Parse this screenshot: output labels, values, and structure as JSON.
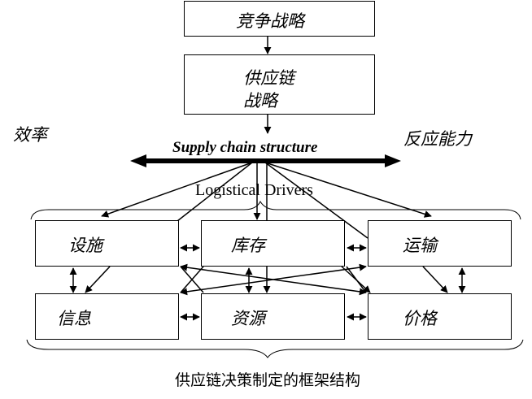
{
  "title": "供应链决策制定的框架结构",
  "top_box": "竞争战略",
  "strategy_box_line1": "供应链",
  "strategy_box_line2": "战略",
  "left_label": "效率",
  "right_label": "反应能力",
  "structure_label": "Supply chain structure",
  "drivers_label": "Logistical Drivers",
  "drivers": [
    "设施",
    "库存",
    "运输",
    "信息",
    "资源",
    "价格"
  ],
  "caption": "供应链决策制定的框架结构"
}
